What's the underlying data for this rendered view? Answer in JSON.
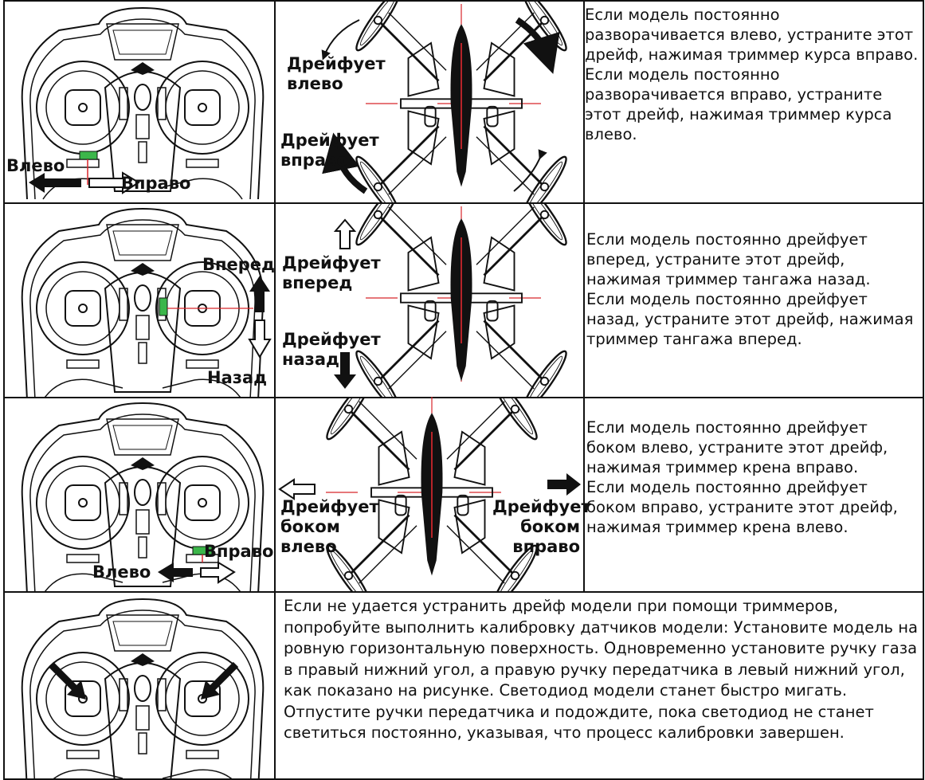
{
  "rows": [
    {
      "controller_labels": [
        "Влево",
        "Вправо"
      ],
      "drone_labels": [
        "Дрейфует влево",
        "Дрейфует вправо"
      ],
      "description": [
        "Если модель постоянно разворачивается влево, устраните этот дрейф, нажимая триммер курса вправо.",
        "Если модель постоянно разворачивается вправо, устраните этот дрейф, нажимая триммер курса влево."
      ]
    },
    {
      "controller_labels": [
        "Вперед",
        "Назад"
      ],
      "drone_labels": [
        "Дрейфует вперед",
        "Дрейфует назад"
      ],
      "description": [
        "Если модель постоянно дрейфует вперед, устраните этот дрейф, нажимая триммер тангажа назад.",
        "Если модель постоянно дрейфует назад, устраните этот дрейф, нажимая триммер тангажа вперед."
      ]
    },
    {
      "controller_labels": [
        "Вправо",
        "Влево"
      ],
      "drone_labels": [
        "Дрейфует боком влево",
        "Дрейфует боком вправо"
      ],
      "description": [
        "Если модель постоянно дрейфует боком влево, устраните этот дрейф, нажимая триммер крена вправо.",
        "Если модель постоянно дрейфует боком вправо, устраните этот дрейф, нажимая триммер крена влево."
      ]
    }
  ],
  "calibration_text": "Если не удается устранить дрейф модели при помощи триммеров, попробуйте выполнить калибровку датчиков модели: Установите модель на ровную горизонтальную поверхность. Одновременно установите ручку газа в правый нижний угол, а правую ручку передатчика в левый нижний угол, как показано на рисунке. Светодиод модели станет быстро мигать. Отпустите ручки передатчика и подождите, пока светодиод не станет светиться постоянно, указывая, что процесс калибровки завершен.",
  "colors": {
    "trim_highlight": "#3cb64a",
    "guide_line": "#d8262b",
    "ink": "#111111"
  },
  "icons": [
    "transmitter-icon",
    "quadcopter-icon",
    "arrow-icon"
  ]
}
